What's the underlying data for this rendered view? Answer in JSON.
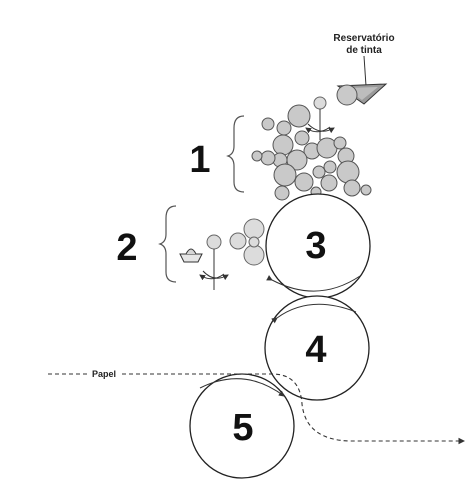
{
  "reservoir": {
    "label_line1": "Reservatório",
    "label_line2": "de tinta"
  },
  "sections": [
    {
      "number": "1"
    },
    {
      "number": "2"
    },
    {
      "number": "3"
    },
    {
      "number": "4"
    },
    {
      "number": "5"
    }
  ],
  "paper": {
    "label": "Papel"
  }
}
